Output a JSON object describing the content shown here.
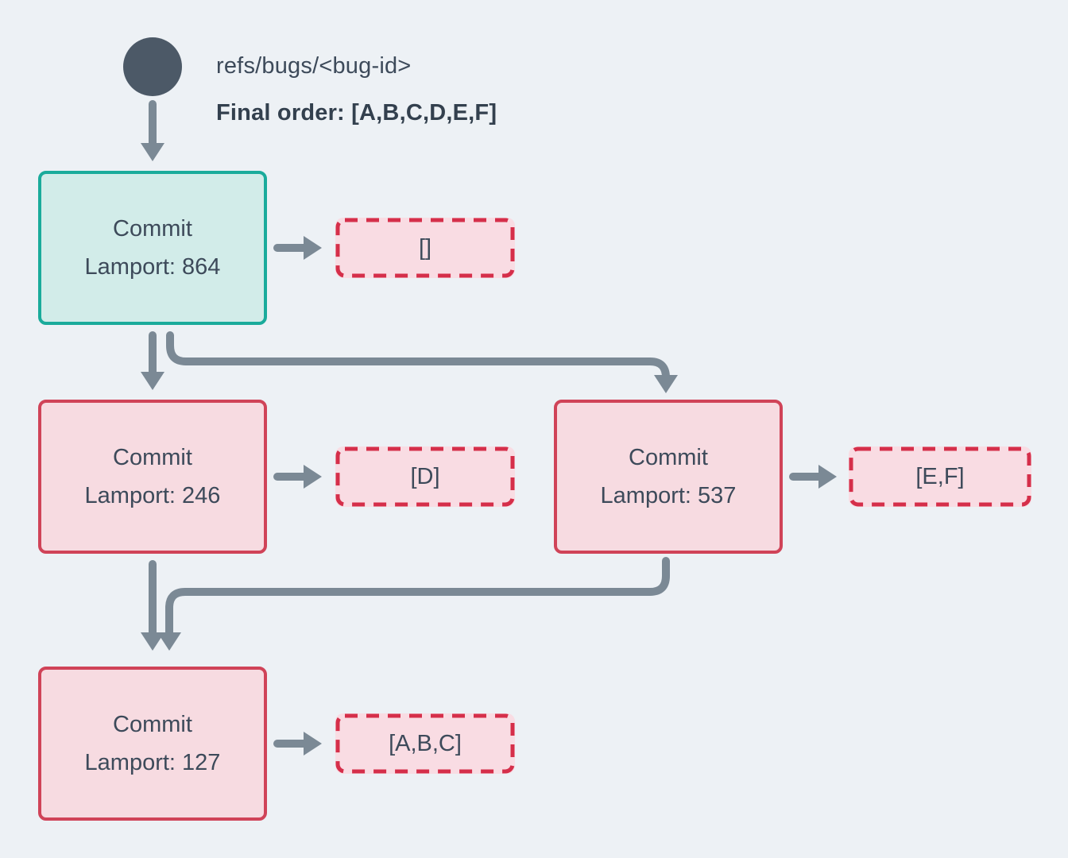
{
  "header": {
    "ref_label": "refs/bugs/<bug-id>",
    "final_order": "Final order: [A,B,C,D,E,F]"
  },
  "nodes": [
    {
      "id": "commit-864",
      "title": "Commit",
      "subtitle": "Lamport: 864",
      "type": "head"
    },
    {
      "id": "commit-246",
      "title": "Commit",
      "subtitle": "Lamport: 246",
      "type": "normal"
    },
    {
      "id": "commit-537",
      "title": "Commit",
      "subtitle": "Lamport: 537",
      "type": "normal"
    },
    {
      "id": "commit-127",
      "title": "Commit",
      "subtitle": "Lamport: 127",
      "type": "normal"
    }
  ],
  "payloads": [
    {
      "id": "payload-864",
      "label": "[]"
    },
    {
      "id": "payload-246",
      "label": "[D]"
    },
    {
      "id": "payload-537",
      "label": "[E,F]"
    },
    {
      "id": "payload-127",
      "label": "[A,B,C]"
    }
  ],
  "colors": {
    "background": "#edf1f5",
    "node_text": "#3d4a5a",
    "node_text_bold": "#33404e",
    "ref_dot": "#4c5967",
    "head_border": "#1aab9b",
    "head_fill": "#d2ece9",
    "commit_border": "#d04358",
    "commit_fill": "#f7dbe1",
    "payload_border": "#d52f4a",
    "payload_fill": "#f9dce3",
    "arrow": "#7b8995"
  }
}
